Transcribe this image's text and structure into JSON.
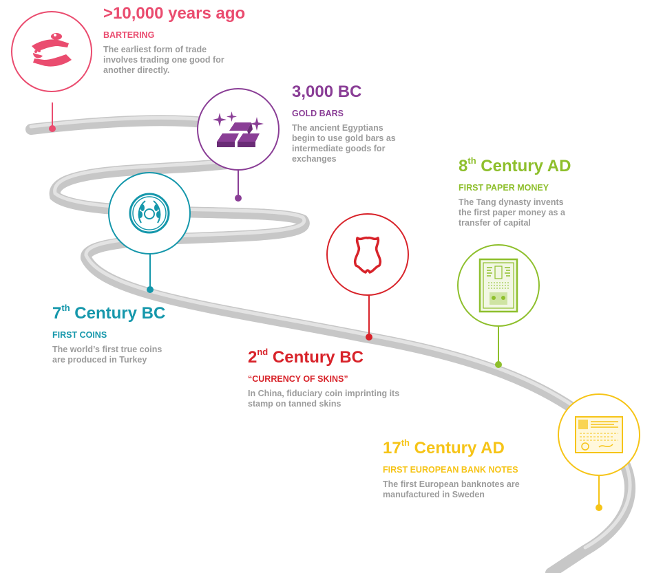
{
  "colors": {
    "pink": "#ea4c6f",
    "purple": "#8a3e96",
    "teal": "#1597ab",
    "red": "#d8232a",
    "green": "#8ebf2c",
    "yellow": "#f6c417",
    "road": "#c7c7c7",
    "desc_text": "#9c9c9c"
  },
  "milestones": [
    {
      "era_main": ">10,000 years ago",
      "era_sup": "",
      "era_rest": "",
      "heading": "BARTERING",
      "description": "The earliest form of trade involves trading one good for another directly.",
      "color": "#ea4c6f",
      "icon": "hands-exchanging-goods-icon"
    },
    {
      "era_main": "3,000 BC",
      "era_sup": "",
      "era_rest": "",
      "heading": "GOLD BARS",
      "description": "The ancient Egyptians begin to use gold bars as intermediate goods for exchanges",
      "color": "#8a3e96",
      "icon": "gold-bars-icon"
    },
    {
      "era_main": "7",
      "era_sup": "th",
      "era_rest": " Century BC",
      "heading": "FIRST COINS",
      "description": "The world’s first true coins are produced in Turkey",
      "color": "#1597ab",
      "icon": "ancient-coin-icon"
    },
    {
      "era_main": "2",
      "era_sup": "nd",
      "era_rest": " Century BC",
      "heading": "“CURRENCY OF SKINS”",
      "description": "In China, fiduciary coin imprinting its stamp on tanned skins",
      "color": "#d8232a",
      "icon": "leather-hide-icon"
    },
    {
      "era_main": "8",
      "era_sup": "th",
      "era_rest": " Century AD",
      "heading": "FIRST PAPER MONEY",
      "description": "The Tang dynasty invents the first paper money as a transfer of capital",
      "color": "#8ebf2c",
      "icon": "paper-money-icon"
    },
    {
      "era_main": "17",
      "era_sup": "th",
      "era_rest": " Century AD",
      "heading": "FIRST EUROPEAN BANK NOTES",
      "description": "The first European banknotes are manufactured in Sweden",
      "color": "#f6c417",
      "icon": "banknote-icon"
    }
  ]
}
